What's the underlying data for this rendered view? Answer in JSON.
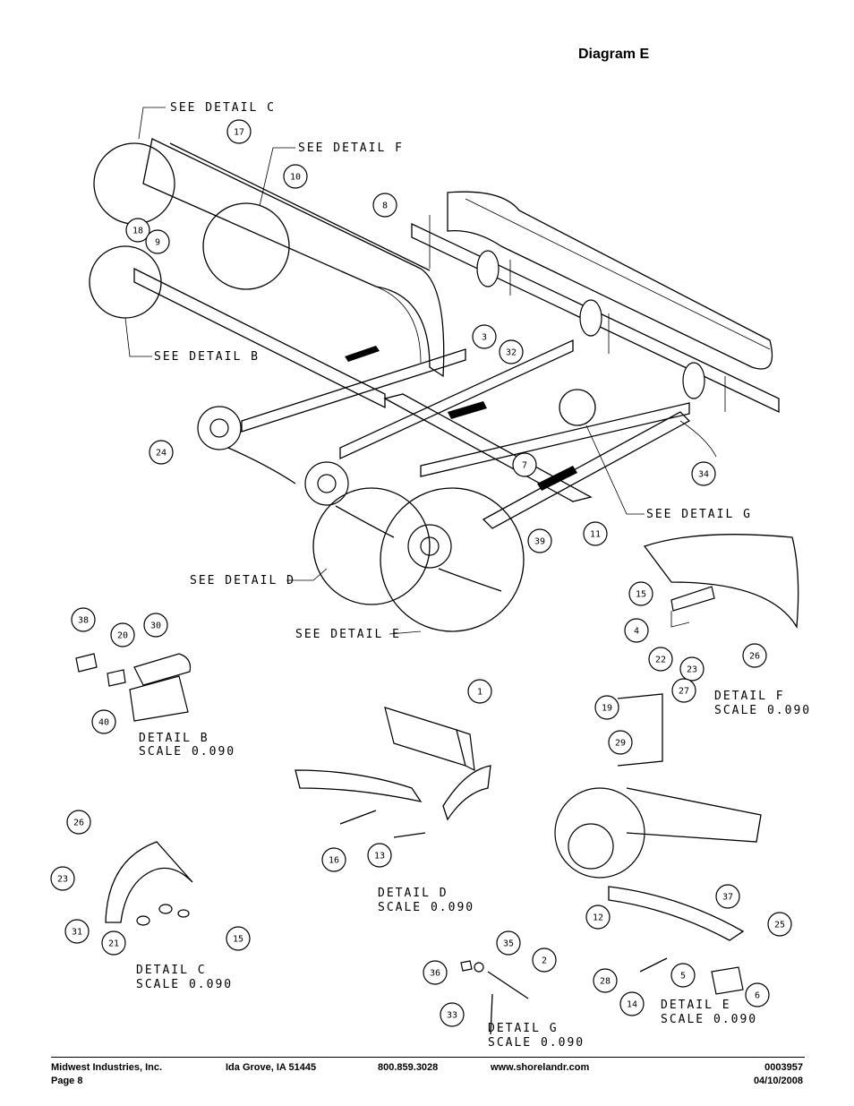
{
  "title": "Diagram E",
  "callouts": {
    "detail_c": "SEE DETAIL  C",
    "detail_f": "SEE DETAIL  F",
    "detail_b": "SEE DETAIL  B",
    "detail_g": "SEE DETAIL  G",
    "detail_d": "SEE DETAIL  D",
    "detail_e": "SEE DETAIL  E"
  },
  "details": {
    "b": {
      "name": "DETAIL  B",
      "scale": "SCALE  0.090"
    },
    "c": {
      "name": "DETAIL  C",
      "scale": "SCALE  0.090"
    },
    "d": {
      "name": "DETAIL  D",
      "scale": "SCALE  0.090"
    },
    "e": {
      "name": "DETAIL  E",
      "scale": "SCALE  0.090"
    },
    "f": {
      "name": "DETAIL  F",
      "scale": "SCALE  0.090"
    },
    "g": {
      "name": "DETAIL  G",
      "scale": "SCALE  0.090"
    }
  },
  "balloons": [
    "17",
    "10",
    "18",
    "9",
    "8",
    "3",
    "32",
    "24",
    "7",
    "11",
    "39",
    "34",
    "15",
    "4",
    "22",
    "23",
    "26",
    "27",
    "38",
    "20",
    "30",
    "40",
    "1",
    "19",
    "29",
    "16",
    "13",
    "37",
    "12",
    "25",
    "26",
    "23",
    "31",
    "21",
    "15",
    "35",
    "2",
    "36",
    "33",
    "28",
    "14",
    "5",
    "6"
  ],
  "footer": {
    "company": "Midwest Industries, Inc.",
    "page": "Page 8",
    "city": "Ida Grove, IA  51445",
    "phone": "800.859.3028",
    "web": "www.shorelandr.com",
    "doc_number": "0003957",
    "date": "04/10/2008"
  }
}
